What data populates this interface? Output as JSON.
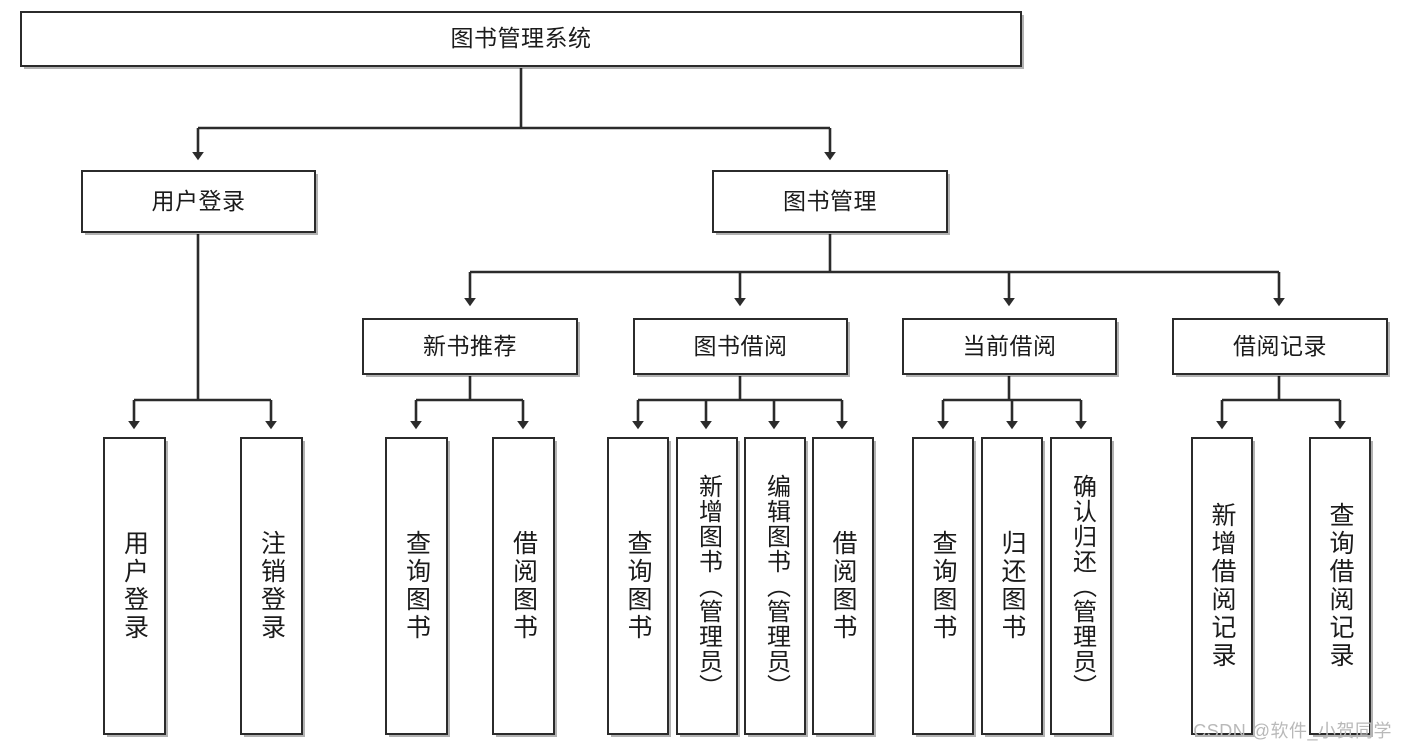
{
  "diagram": {
    "title": "图书管理系统",
    "type": "tree-hierarchy-chart",
    "watermark": "CSDN @软件_小贺同学",
    "colors": {
      "node_border": "#2b2b2b",
      "node_fill": "#ffffff",
      "edge": "#2b2b2b",
      "text": "#1b1b1b",
      "watermark": "#b9b9b9"
    },
    "nodes": {
      "root": {
        "label": "图书管理系统"
      },
      "level2": [
        {
          "label": "用户登录"
        },
        {
          "label": "图书管理"
        }
      ],
      "level3": [
        {
          "label": "新书推荐"
        },
        {
          "label": "图书借阅"
        },
        {
          "label": "当前借阅"
        },
        {
          "label": "借阅记录"
        }
      ],
      "leaves_user_login": [
        {
          "label": "用户登录"
        },
        {
          "label": "注销登录"
        }
      ],
      "leaves_new_book": [
        {
          "label": "查询图书"
        },
        {
          "label": "借阅图书"
        }
      ],
      "leaves_borrow": [
        {
          "label": "查询图书"
        },
        {
          "label": "新增图书（管理员）"
        },
        {
          "label": "编辑图书（管理员）"
        },
        {
          "label": "借阅图书"
        }
      ],
      "leaves_current": [
        {
          "label": "查询图书"
        },
        {
          "label": "归还图书"
        },
        {
          "label": "确认归还（管理员）"
        }
      ],
      "leaves_records": [
        {
          "label": "新增借阅记录"
        },
        {
          "label": "查询借阅记录"
        }
      ]
    }
  }
}
